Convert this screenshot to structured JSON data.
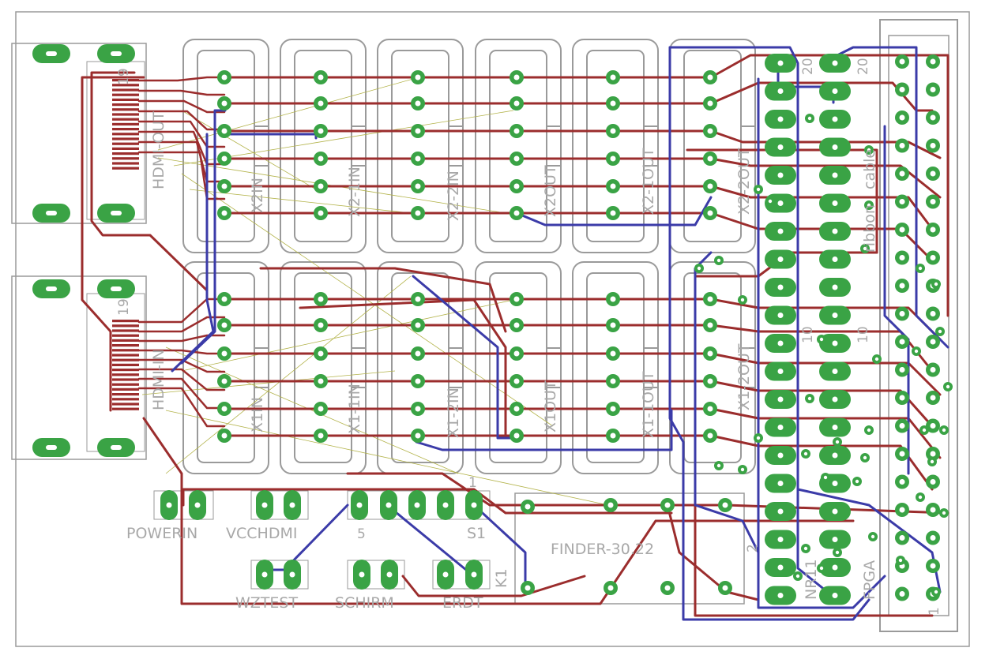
{
  "colors": {
    "background": "#ffffff",
    "outline": "#9a9a9a",
    "silk": "#a8a8a8",
    "top_copper": "#9b2d2d",
    "bottom_copper": "#3b3ba8",
    "pad": "#3aa345",
    "airwire": "#b3b34a"
  },
  "labels": {
    "hdmi_out": "HDMI-OUT",
    "hdmi_in": "HDMI-IN",
    "hdmi_pin19_top": "19",
    "hdmi_pin19_bottom": "19",
    "x2in": "X2IN",
    "x2_1in": "X2-1IN",
    "x2_2in": "X2-2IN",
    "x2out": "X2OUT",
    "x2_1out": "X2-1OUT",
    "x2_2out": "X2-2OUT",
    "x1in": "X1IN",
    "x1_1in": "X1-1IN",
    "x1_2in": "X1-2IN",
    "x1out": "X1OUT",
    "x1_1out": "X1-1OUT",
    "x1_2out": "X1-2OUT",
    "powerin": "POWERIN",
    "vcchdmi": "VCCHDMI",
    "wztest": "WZTEST",
    "schirm": "SCHIRM",
    "erdt": "ERDT",
    "s1": "S1",
    "s1_pin1": "1",
    "s1_pin5": "5",
    "k1": "K1",
    "finder": "FINDER-30.22",
    "pin20_a": "20",
    "pin20_b": "20",
    "pin10_a": "10",
    "pin10_b": "10",
    "ribbon": "ribbon",
    "cable": "cable",
    "fpga": "FPGA",
    "nr11": "NR11",
    "num_2": "2",
    "num_1": "1"
  }
}
